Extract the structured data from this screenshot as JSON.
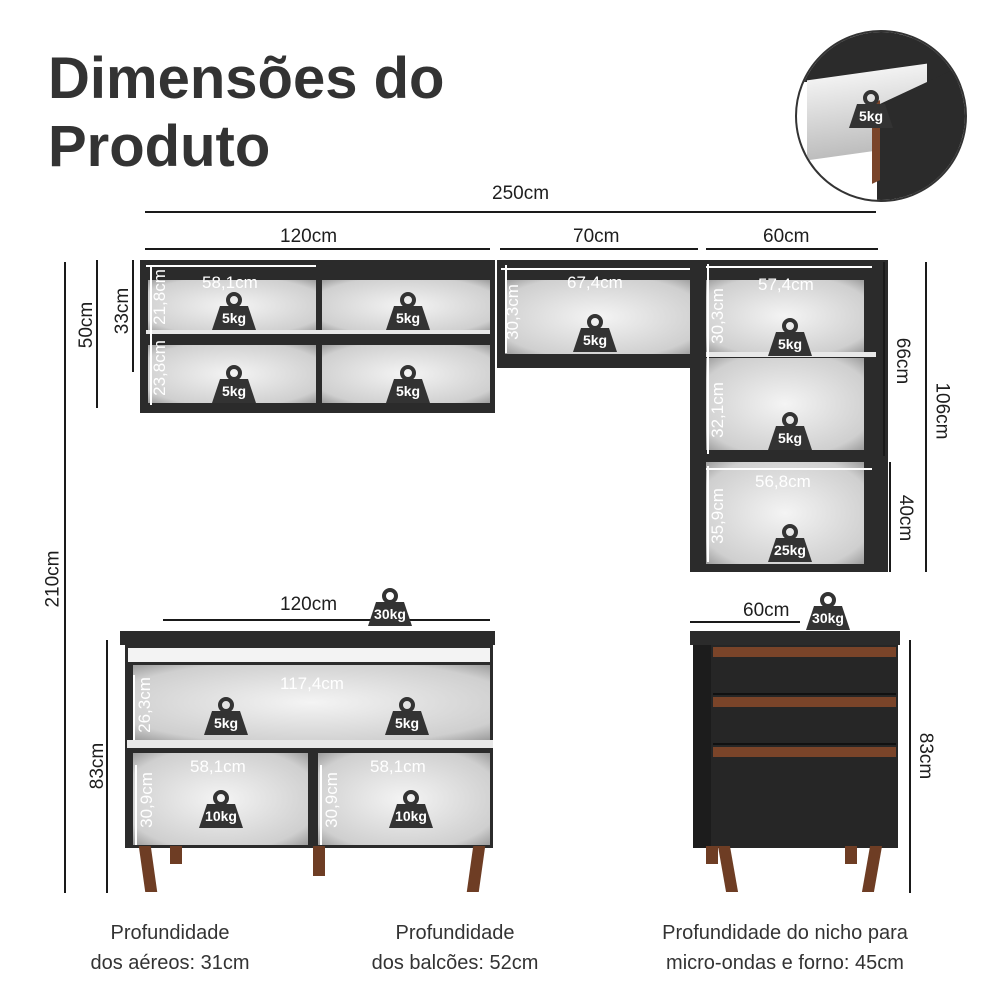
{
  "title": {
    "line1": "Dimensões do",
    "line2": "Produto"
  },
  "inset": {
    "weight": "5kg"
  },
  "top_dims": {
    "total": "250cm",
    "left": "120cm",
    "middle": "70cm",
    "right": "60cm"
  },
  "left_dims": {
    "upper_height": "50cm",
    "upper_inner": "33cm",
    "total_height": "210cm",
    "base_height": "83cm"
  },
  "upper_left": {
    "width_inner": "58,1cm",
    "row1_height": "21,8cm",
    "row2_height": "23,8cm",
    "weights": [
      "5kg",
      "5kg",
      "5kg",
      "5kg"
    ]
  },
  "upper_middle": {
    "width_inner": "67,4cm",
    "height_inner": "30,3cm",
    "weight": "5kg"
  },
  "tall_right": {
    "width_top": "57,4cm",
    "row1_height": "30,3cm",
    "row2_height": "32,1cm",
    "width_bottom": "56,8cm",
    "row3_height": "35,9cm",
    "weights": [
      "5kg",
      "5kg",
      "25kg"
    ],
    "dim_66": "66cm",
    "dim_106": "106cm",
    "dim_40": "40cm"
  },
  "base_left": {
    "width": "120cm",
    "top_weight": "30kg",
    "inner_width": "117,4cm",
    "niche_height": "26,3cm",
    "niche_weights": [
      "5kg",
      "5kg"
    ],
    "lower_width_left": "58,1cm",
    "lower_width_right": "58,1cm",
    "lower_height_left": "30,9cm",
    "lower_height_right": "30,9cm",
    "lower_weights": [
      "10kg",
      "10kg"
    ]
  },
  "base_right": {
    "width": "60cm",
    "top_weight": "30kg",
    "height": "83cm"
  },
  "footnotes": {
    "f1_l1": "Profundidade",
    "f1_l2": "dos aéreos: 31cm",
    "f2_l1": "Profundidade",
    "f2_l2": "dos balcões: 52cm",
    "f3_l1": "Profundidade do nicho para",
    "f3_l2": "micro-ondas e forno: 45cm"
  },
  "colors": {
    "cabinet": "#2b2b2b",
    "wood": "#7a4429",
    "interior": "#e0e0e0"
  }
}
